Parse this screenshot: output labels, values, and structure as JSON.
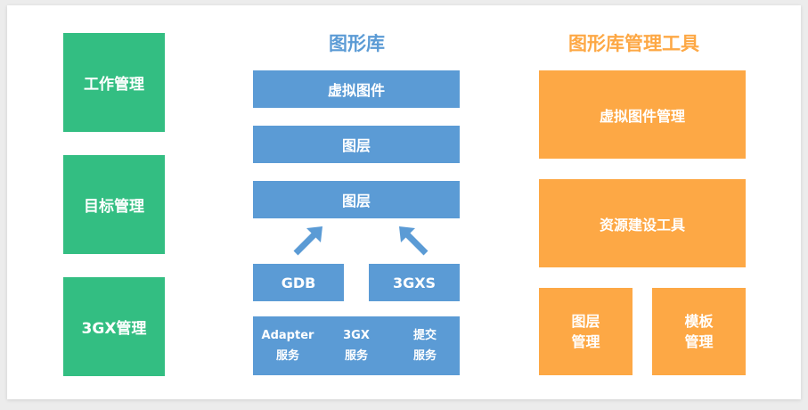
{
  "left_column": {
    "items": [
      "工作管理",
      "目标管理",
      "3GX管理"
    ]
  },
  "middle_column": {
    "title": "图形库",
    "layers": [
      "虚拟图件",
      "图层",
      "图层"
    ],
    "sources": [
      "GDB",
      "3GXS"
    ],
    "services": [
      {
        "line1": "Adapter",
        "line2": "服务"
      },
      {
        "line1": "3GX",
        "line2": "服务"
      },
      {
        "line1": "提交",
        "line2": "服务"
      }
    ]
  },
  "right_column": {
    "title": "图形库管理工具",
    "tools": [
      "虚拟图件管理",
      "资源建设工具"
    ],
    "small_tools": [
      {
        "line1": "图层",
        "line2": "管理"
      },
      {
        "line1": "模板",
        "line2": "管理"
      }
    ]
  },
  "colors": {
    "green": "#33be82",
    "blue": "#5b9bd5",
    "orange": "#fda845"
  }
}
